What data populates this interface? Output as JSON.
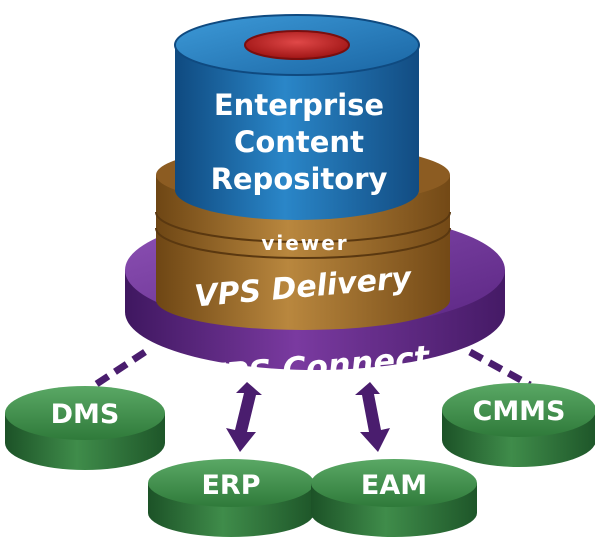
{
  "repository": {
    "line1": "Enterprise",
    "line2": "Content",
    "line3": "Repository"
  },
  "delivery": {
    "viewer": "viewer",
    "title": "VPS Delivery"
  },
  "connect": {
    "title": "VPS Connect"
  },
  "systems": {
    "dms": "DMS",
    "cmms": "CMMS",
    "erp": "ERP",
    "eam": "EAM"
  },
  "colors": {
    "repository_blue": "#1f6fb0",
    "repository_cap_red": "#c42525",
    "delivery_brown": "#9c6a2c",
    "connect_purple": "#6a2d8c",
    "system_green": "#2f7a3a"
  }
}
